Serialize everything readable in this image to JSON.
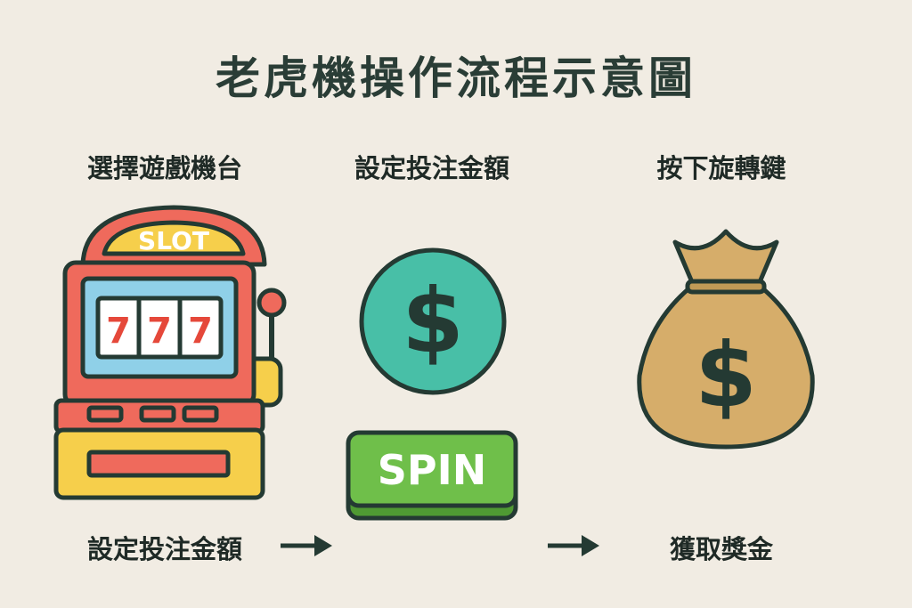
{
  "title": "老虎機操作流程示意圖",
  "steps": [
    {
      "label": "選擇遊戲機台"
    },
    {
      "label": "設定投注金額"
    },
    {
      "label": "按下旋轉鍵"
    }
  ],
  "bottom_labels": [
    {
      "label": "設定投注金額"
    },
    {
      "label": "獲取獎金"
    }
  ],
  "slot_machine": {
    "sign": "SLOT",
    "reels": [
      "7",
      "7",
      "7"
    ]
  },
  "coin": {
    "symbol": "$"
  },
  "spin_button": {
    "label": "SPIN"
  },
  "money_bag": {
    "symbol": "$"
  },
  "colors": {
    "background": "#f1ece3",
    "outline": "#243a33",
    "slot_red": "#ef6a5c",
    "slot_yellow": "#f6cf4b",
    "screen_blue": "#8fd0e8",
    "coin_teal": "#48bfa7",
    "spin_green": "#6fbf4a",
    "bag_tan": "#d6ad6a"
  }
}
